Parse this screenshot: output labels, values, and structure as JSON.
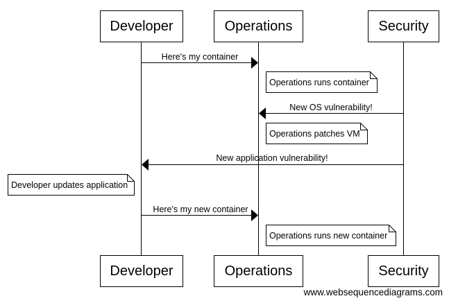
{
  "participants": {
    "developer": "Developer",
    "operations": "Operations",
    "security": "Security"
  },
  "messages": [
    {
      "from": "Developer",
      "to": "Operations",
      "text": "Here's my container"
    },
    {
      "from": "Security",
      "to": "Operations",
      "text": "New OS vulnerability!"
    },
    {
      "from": "Security",
      "to": "Developer",
      "text": "New application vulnerability!"
    },
    {
      "from": "Developer",
      "to": "Operations",
      "text": "Here's my new container"
    }
  ],
  "notes": [
    {
      "over": "Operations",
      "text": "Operations runs container"
    },
    {
      "over": "Operations",
      "text": "Operations patches VM"
    },
    {
      "over": "Developer",
      "text": "Developer updates application"
    },
    {
      "over": "Operations",
      "text": "Operations runs new container"
    }
  ],
  "footer": "www.websequencediagrams.com"
}
